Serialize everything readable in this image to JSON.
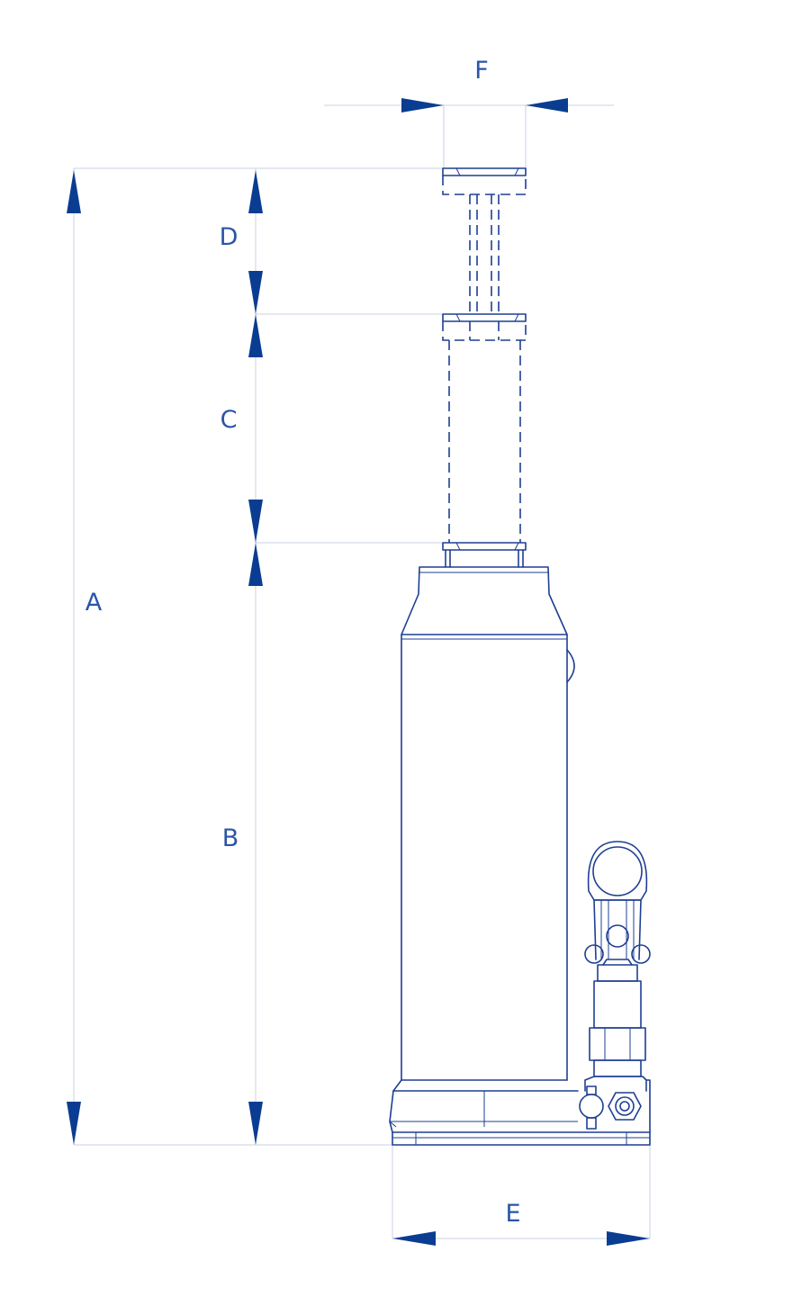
{
  "colors": {
    "drawing": "#1e3f92",
    "arrow": "#0a3d91",
    "label": "#2a55a8",
    "extension_line": "#c9d0e4"
  },
  "dimension_labels": {
    "A": "A",
    "B": "B",
    "C": "C",
    "D": "D",
    "E": "E",
    "F": "F"
  }
}
